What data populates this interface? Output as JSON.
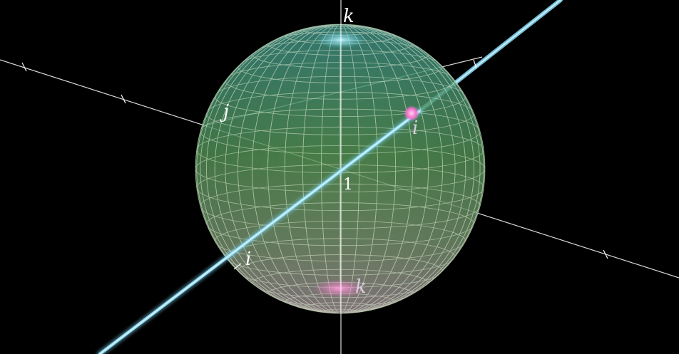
{
  "scene": {
    "background": "#000000",
    "sphere": {
      "colors": {
        "top": "#3a8e8c",
        "middle": "#5a9a58",
        "bottom": "#b79aa8",
        "grid": "#e6f3d8"
      }
    },
    "axes": {
      "color": "#ffffff"
    },
    "rotation_line": {
      "color": "#7fd3f0"
    }
  },
  "labels": {
    "k_top": "k",
    "k_bottom": "k",
    "j": "j",
    "i_front": "i",
    "i_back": "i",
    "origin": "1"
  }
}
